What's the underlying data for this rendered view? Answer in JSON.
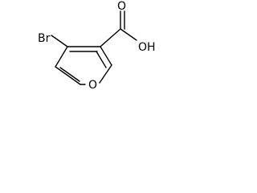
{
  "molecule": {
    "atoms": {
      "bromine": "Br",
      "ring_oxygen": "O",
      "carbonyl_oxygen": "O",
      "hydroxyl": "OH"
    },
    "colors": {
      "line": "#000000",
      "background": "#ffffff"
    }
  }
}
